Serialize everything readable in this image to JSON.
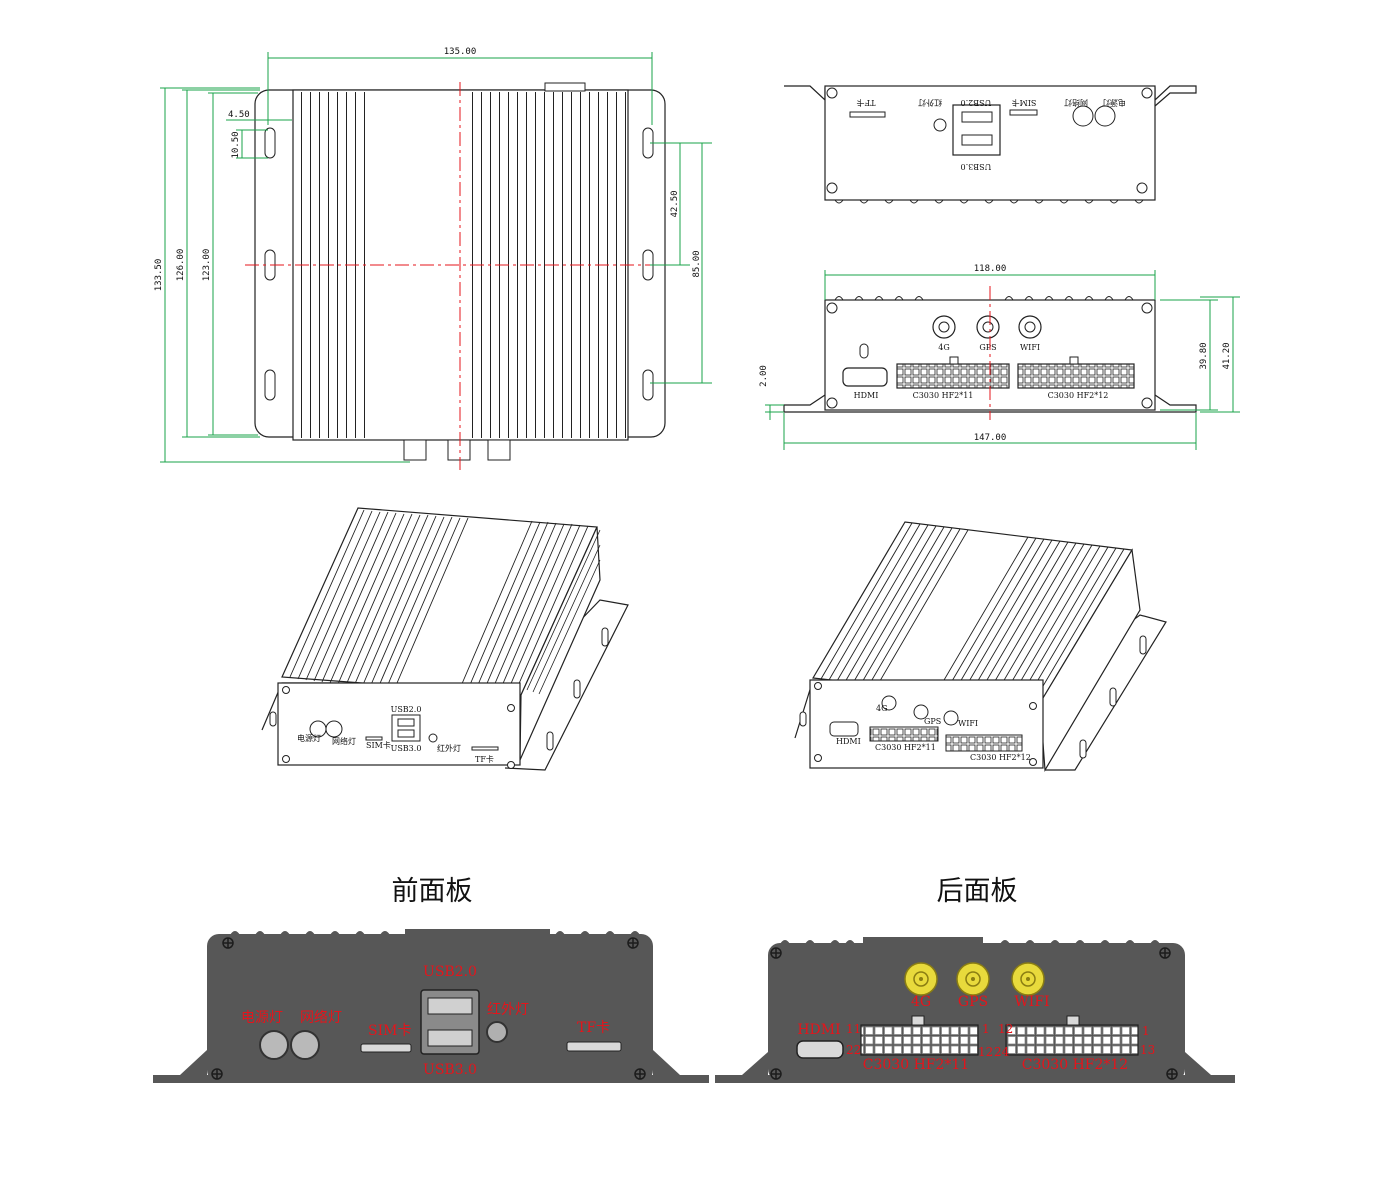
{
  "dimensions": {
    "top_width": "135.00",
    "slot_offset": "4.50",
    "slot_height": "10.50",
    "overall_height": "133.50",
    "flange_height": "126.00",
    "body_height": "123.00",
    "slot_spacing_a": "42.50",
    "slot_spacing_b": "85.00",
    "rear_body_width": "118.00",
    "rear_base_offset": "2.00",
    "rear_height_a": "39.80",
    "rear_height_b": "41.20",
    "rear_total_width": "147.00"
  },
  "drawing_labels": {
    "tf_card": "TF卡",
    "ir_light": "红外灯",
    "usb2": "USB2.0",
    "usb3": "USB3.0",
    "sim_card": "SIM卡",
    "power_light": "电源灯",
    "network_light": "网络灯",
    "ant_4g": "4G",
    "ant_gps": "GPS",
    "ant_wifi": "WIFI",
    "hdmi": "HDMI",
    "conn_11": "C3030 HF2*11",
    "conn_12": "C3030 HF2*12"
  },
  "front_panel": {
    "title": "前面板",
    "usb2": "USB2.0",
    "usb3": "USB3.0",
    "power_light": "电源灯",
    "network_light": "网络灯",
    "sim_card": "SIM卡",
    "ir_light": "红外灯",
    "tf_card": "TF卡"
  },
  "rear_panel": {
    "title": "后面板",
    "ant_4g": "4G",
    "ant_gps": "GPS",
    "ant_wifi": "WIFI",
    "hdmi": "HDMI",
    "conn_11": "C3030 HF2*11",
    "conn_12": "C3030 HF2*12",
    "pin_11": "11",
    "pin_22": "22",
    "pin_1a": "1",
    "pin_12a": "12",
    "pin_12b": "12",
    "pin_24": "24",
    "pin_1b": "1",
    "pin_13": "13"
  },
  "colors": {
    "dimension_line": "#19a34a",
    "center_line": "#e5141b",
    "panel_body": "#575757",
    "panel_text": "#e5141b",
    "antenna": "#e8da3c"
  }
}
